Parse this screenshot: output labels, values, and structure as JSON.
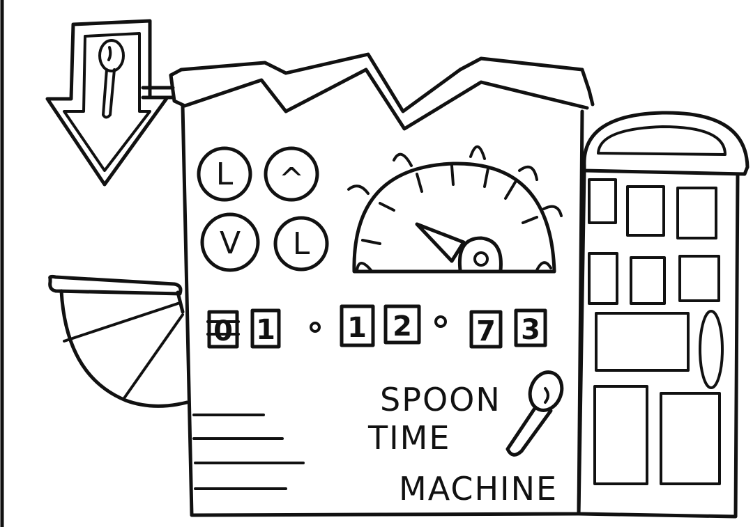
{
  "counter": {
    "digits": [
      "0",
      "1",
      "1",
      "2",
      "7",
      "3"
    ]
  },
  "dials": [
    "L",
    "^",
    "V",
    "L"
  ],
  "title": {
    "line1": "SPOON",
    "line2": "TIME",
    "line3": "MACHINE"
  },
  "colors": {
    "ink": "#111111",
    "paper": "#ffffff"
  }
}
